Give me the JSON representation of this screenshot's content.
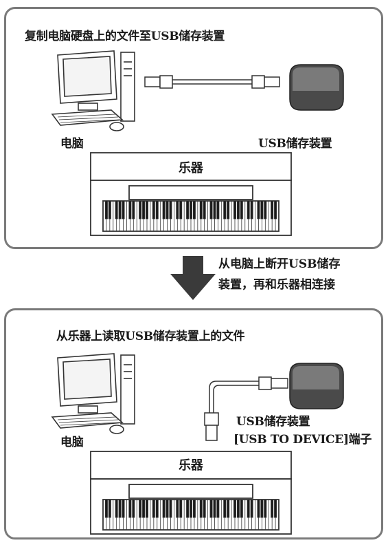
{
  "panel_top": {
    "title": "复制电脑硬盘上的文件至USB储存装置",
    "computer_label": "电脑",
    "usb_label": "USB储存装置",
    "instrument_label": "乐器"
  },
  "transition": {
    "line1": "从电脑上断开USB储存",
    "line2": "装置，再和乐器相连接"
  },
  "panel_bottom": {
    "title": "从乐器上读取USB储存装置上的文件",
    "computer_label": "电脑",
    "usb_label": "USB储存装置",
    "port_label": "[USB TO DEVICE]端子",
    "instrument_label": "乐器"
  }
}
